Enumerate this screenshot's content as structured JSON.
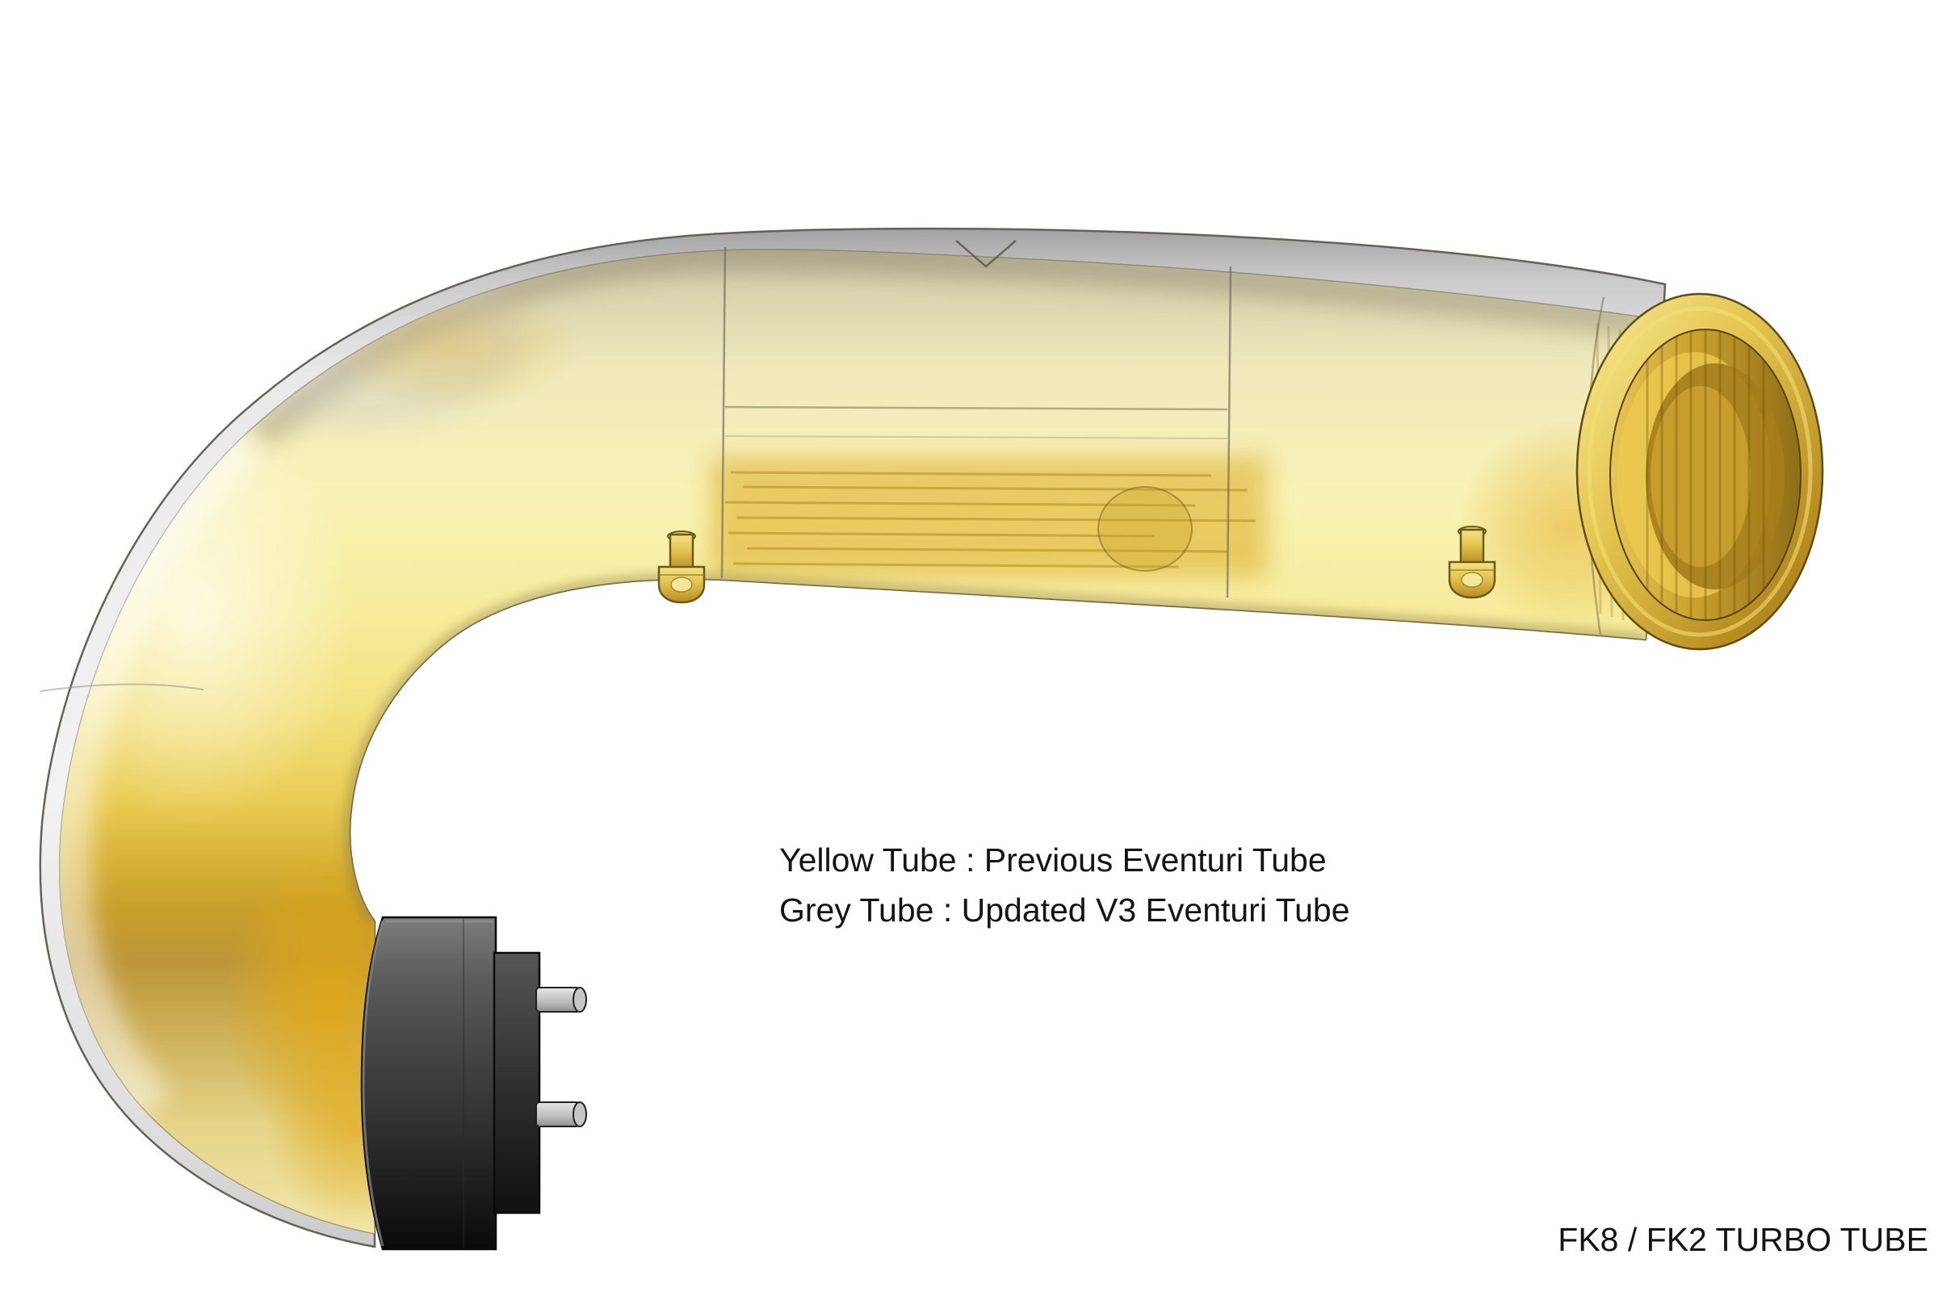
{
  "annotations": {
    "legend_line1": "Yellow Tube : Previous Eventuri Tube",
    "legend_line2": "Grey Tube : Updated V3 Eventuri Tube",
    "caption": "FK8 / FK2 TURBO TUBE"
  },
  "colors": {
    "background": "#ffffff",
    "yellow_tube": "#f2e27a",
    "gold_accent": "#d9a616",
    "grey_tube": "#e2e2e2",
    "flange_dark": "#3a3a3a",
    "pin_grey": "#c6c6c6",
    "outline": "#5f5c52",
    "text": "#141414"
  }
}
